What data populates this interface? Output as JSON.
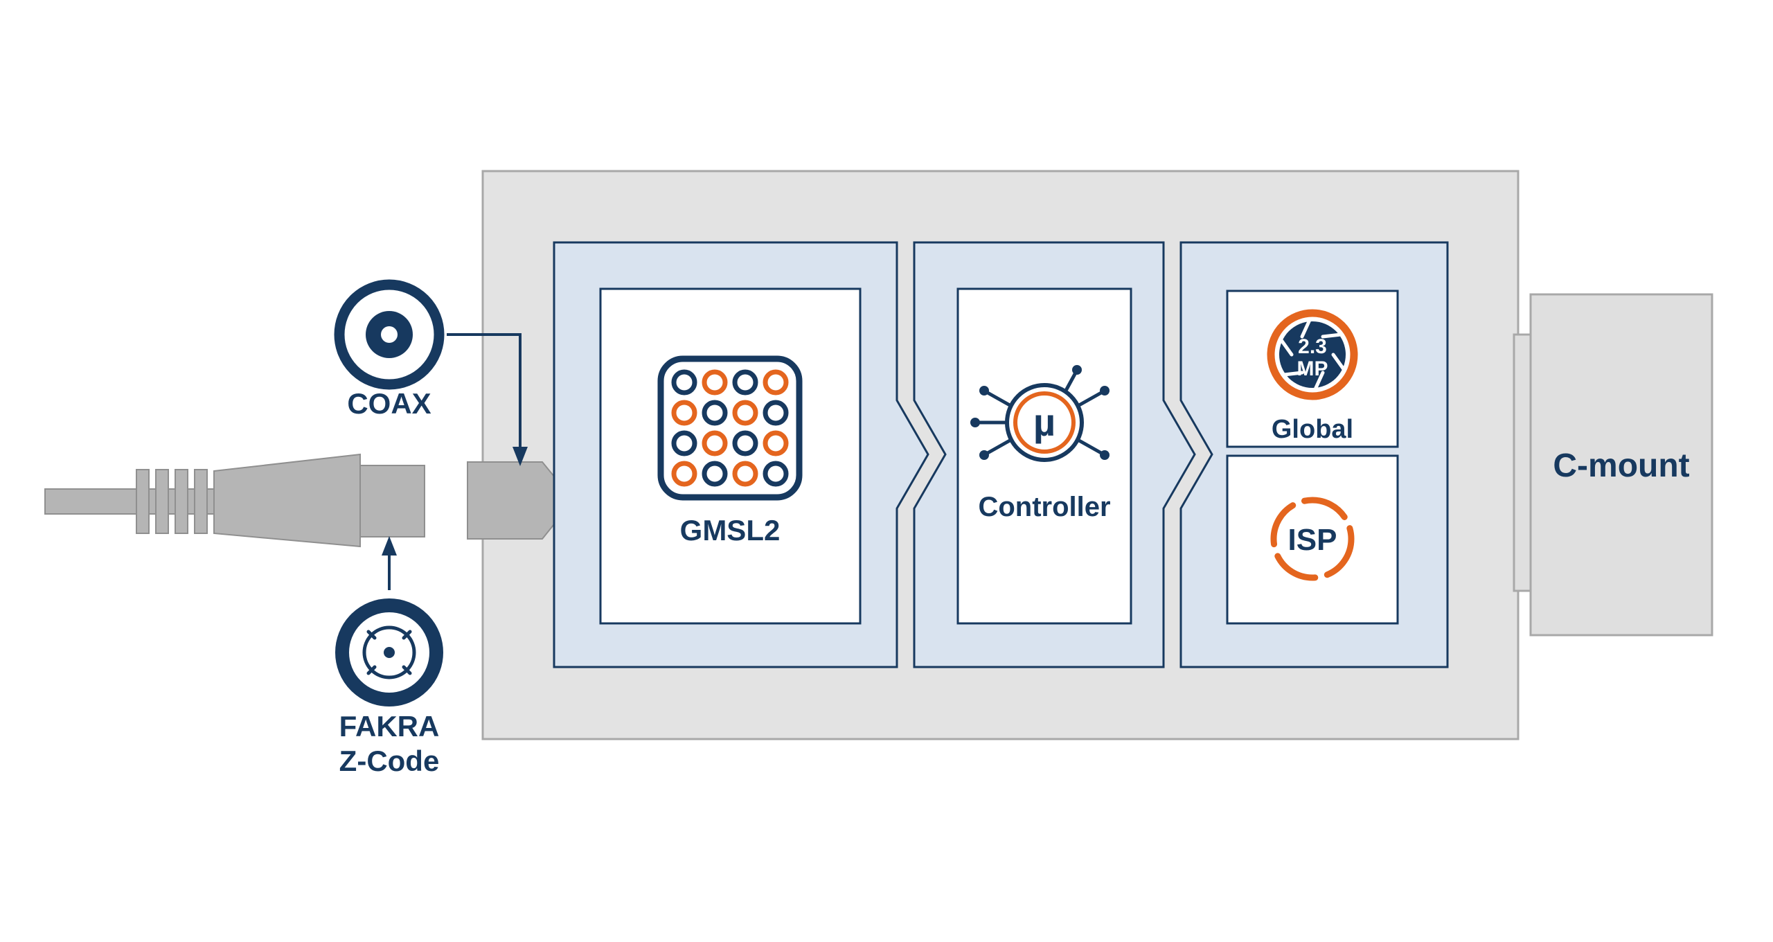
{
  "colors": {
    "navy": "#17395f",
    "orange": "#e4651e",
    "light_blue_panel": "#d9e3ef",
    "housing_gray": "#e3e3e3",
    "connector_gray": "#b5b5b5",
    "border_gray": "#a8a8a8"
  },
  "connectors": {
    "coax_label": "COAX",
    "fakra_label_line1": "FAKRA",
    "fakra_label_line2": "Z-Code"
  },
  "blocks": {
    "serializer_label": "GMSL2",
    "controller_label": "Controller",
    "controller_symbol": "µ",
    "sensor_resolution_line1": "2.3",
    "sensor_resolution_line2": "MP",
    "sensor_shutter_label": "Global",
    "isp_label": "ISP"
  },
  "mount": {
    "label": "C-mount"
  }
}
